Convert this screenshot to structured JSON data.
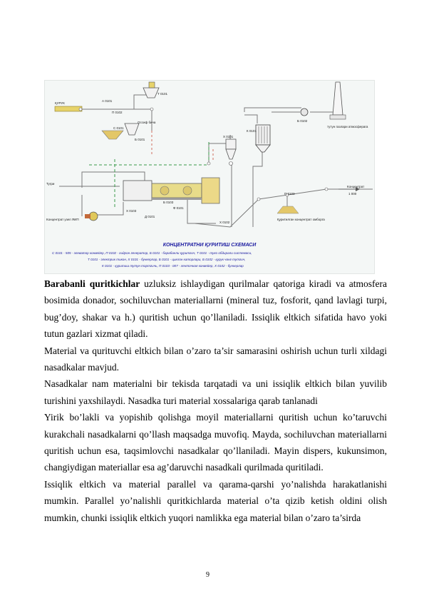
{
  "figure": {
    "title": "КОНЦЕНТРАТНИ  ҚУРИТИШ СХЕМАСИ",
    "legend_lines": [
      "С 0101 - 505 - элеватор конвейер, П 0102 - гидрон генератор, Б 0101 - барабанли қуритгич, Т 0101 - туко обдирали системаси,",
      "Т 0101 - электрик тикон, Х 0101 - бункерлар, Б 0101 - циклон каторлари, Б 0102 - қурук чанг тутгич,",
      "К 0101 - қуритиш тутун тортгичь, П 0103 - 007 - ленточная конвейер, Х 0102 - бункерлар"
    ],
    "labels": {
      "tag_a": "А 0101",
      "tag_b": "П 0102",
      "tag_c": "Т 0101",
      "tag_d": "Б 0101",
      "tag_e": "Б 0103",
      "tag_f": "К 0101",
      "tag_g": "Х 0101",
      "tag_h": "Х 0102",
      "tag_i": "П 0103",
      "tag_j": "Б 0102",
      "tag_k": "С 0101",
      "tag_l": "Д 0101",
      "tag_m": "Х 0103",
      "tag_n": "Ф 0101",
      "ossiya": "Оссиф бича",
      "feed_label": "ҚУРУК",
      "product_label": "Концентрат",
      "inlet_label": "Тугри",
      "left_box": "Концентрат\nузел ЯИП",
      "stack_note": "тутун газлари\nатмосферага",
      "pile_note": "Қуритилган\nконцентрат омборга",
      "arrow_right": "1 000"
    }
  },
  "paragraphs": [
    {
      "bold_lead": "Barabanli quritkichlar",
      "text": " uzluksiz ishlaydigan qurilmalar qatoriga kiradi va atmosfera bosimida donador, sochiluvchan materiallarni (mineral tuz, fosforit, qand lavlagi turpi, bug’doy, shakar va h.) quritish uchun qo’llaniladi. Issiqlik eltkich sifatida havo yoki tutun gazlari xizmat qiladi."
    },
    {
      "bold_lead": "",
      "text": "Material va qurituvchi eltkich bilan o’zaro ta’sir samarasini oshirish uchun turli xildagi nasadkalar mavjud."
    },
    {
      "bold_lead": "",
      "text": "Nasadkalar nam materialni bir tekisda tarqatadi va uni issiqlik eltkich bilan yuvilib turishini yaxshilaydi. Nasadka turi material xossalariga qarab tanlanadi"
    },
    {
      "bold_lead": "",
      "text": "Yirik bo’lakli va yopishib qolishga moyil materiallarni quritish uchun ko’taruvchi kurakchali nasadkalarni qo’llash maqsadga muvofiq. Mayda, sochiluvchan materiallarni quritish uchun esa, taqsimlovchi nasadkalar qo’llaniladi. Mayin dispers, kukunsimon, changiydigan materiallar esa ag’daruvchi nasadkali qurilmada quritiladi."
    },
    {
      "bold_lead": "",
      "text": "Issiqlik eltkich va material parallel va qarama-qarshi yo’nalishda harakatlanishi mumkin. Parallel yo’nalishli quritkichlarda material o’ta qizib ketish oldini olish mumkin, chunki issiqlik eltkich yuqori namlikka ega material bilan o’zaro ta’sirda"
    }
  ],
  "page_number": "9",
  "colors": {
    "line_gray": "#6e6e6e",
    "line_green": "#3a9a4a",
    "drum_yellow": "#e8dc8a",
    "title_blue": "#1a1aa0",
    "legend_red": "#c0201a"
  }
}
